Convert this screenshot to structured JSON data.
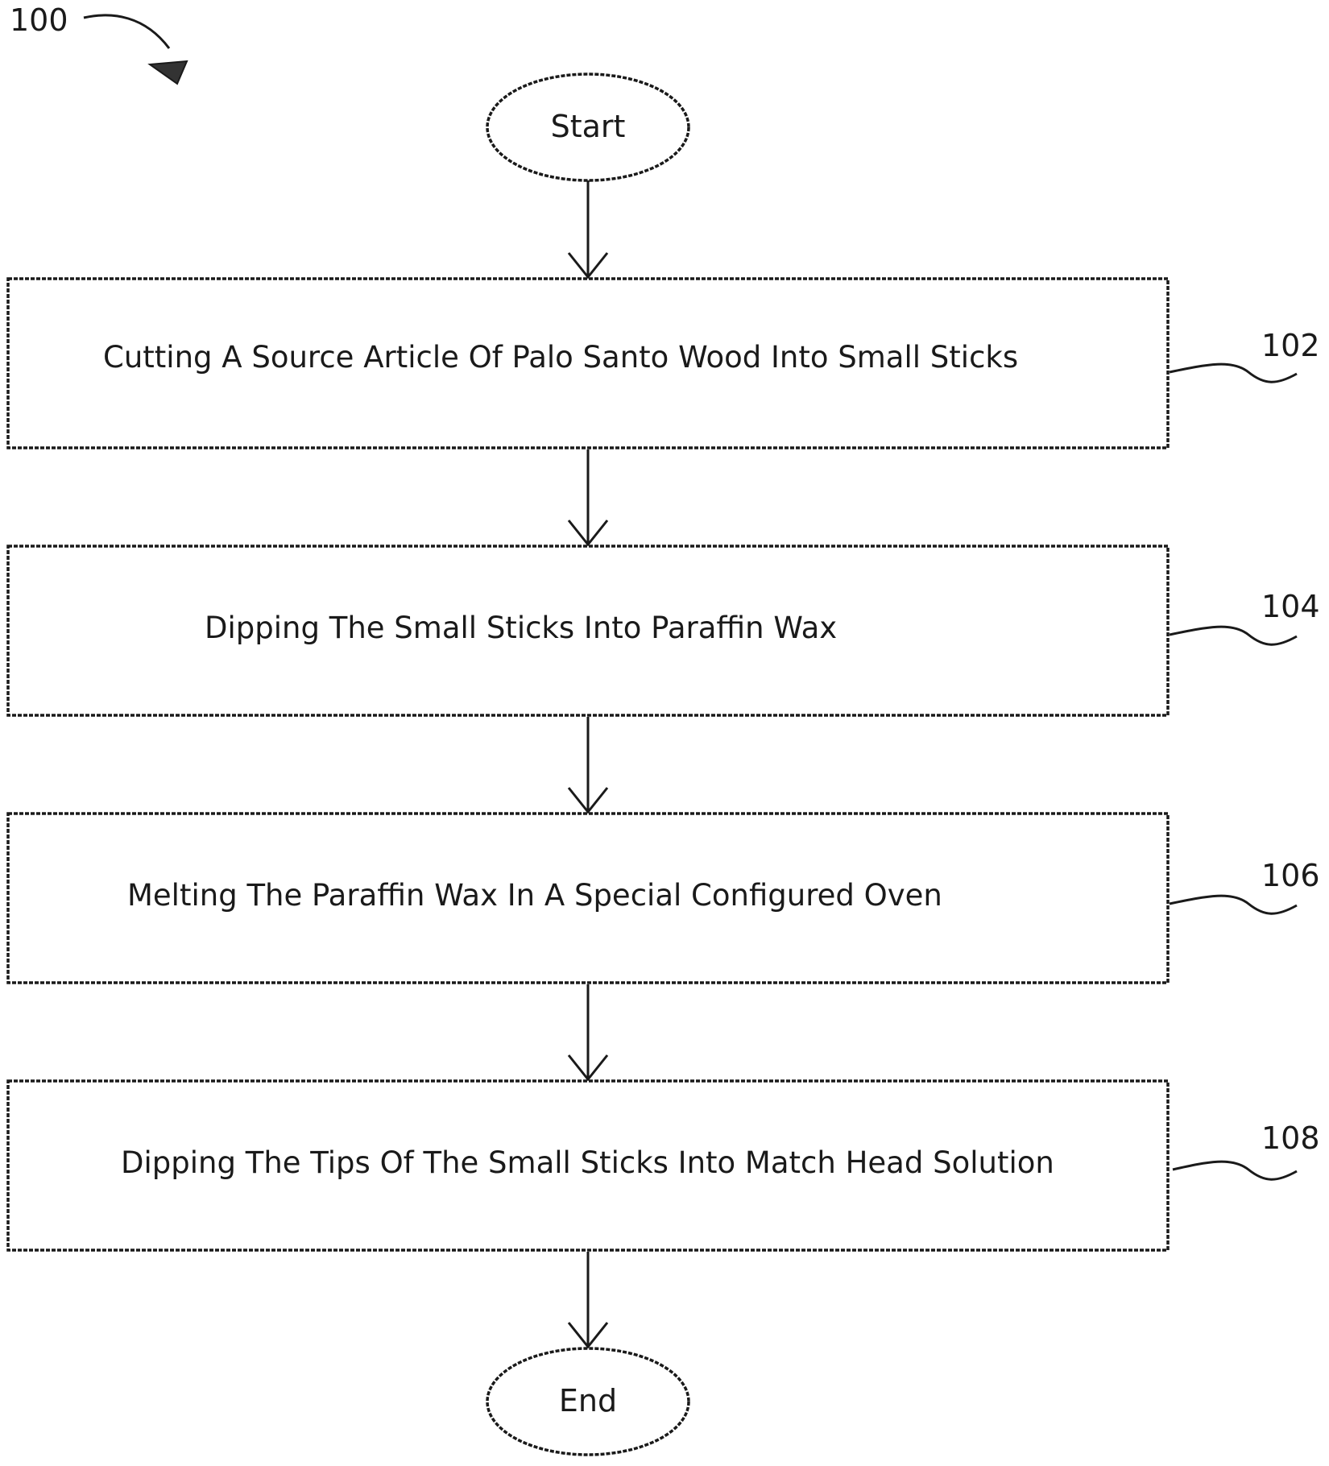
{
  "figure": {
    "number": "100"
  },
  "start": {
    "label": "Start"
  },
  "end": {
    "label": "End"
  },
  "steps": [
    {
      "ref": "102",
      "label": "Cutting A Source Article Of Palo Santo Wood Into Small Sticks"
    },
    {
      "ref": "104",
      "label": "Dipping The Small Sticks Into Paraffin Wax"
    },
    {
      "ref": "106",
      "label": "Melting The Paraffin Wax In A Special Configured Oven"
    },
    {
      "ref": "108",
      "label": "Dipping The Tips Of The Small Sticks Into Match Head Solution"
    }
  ]
}
